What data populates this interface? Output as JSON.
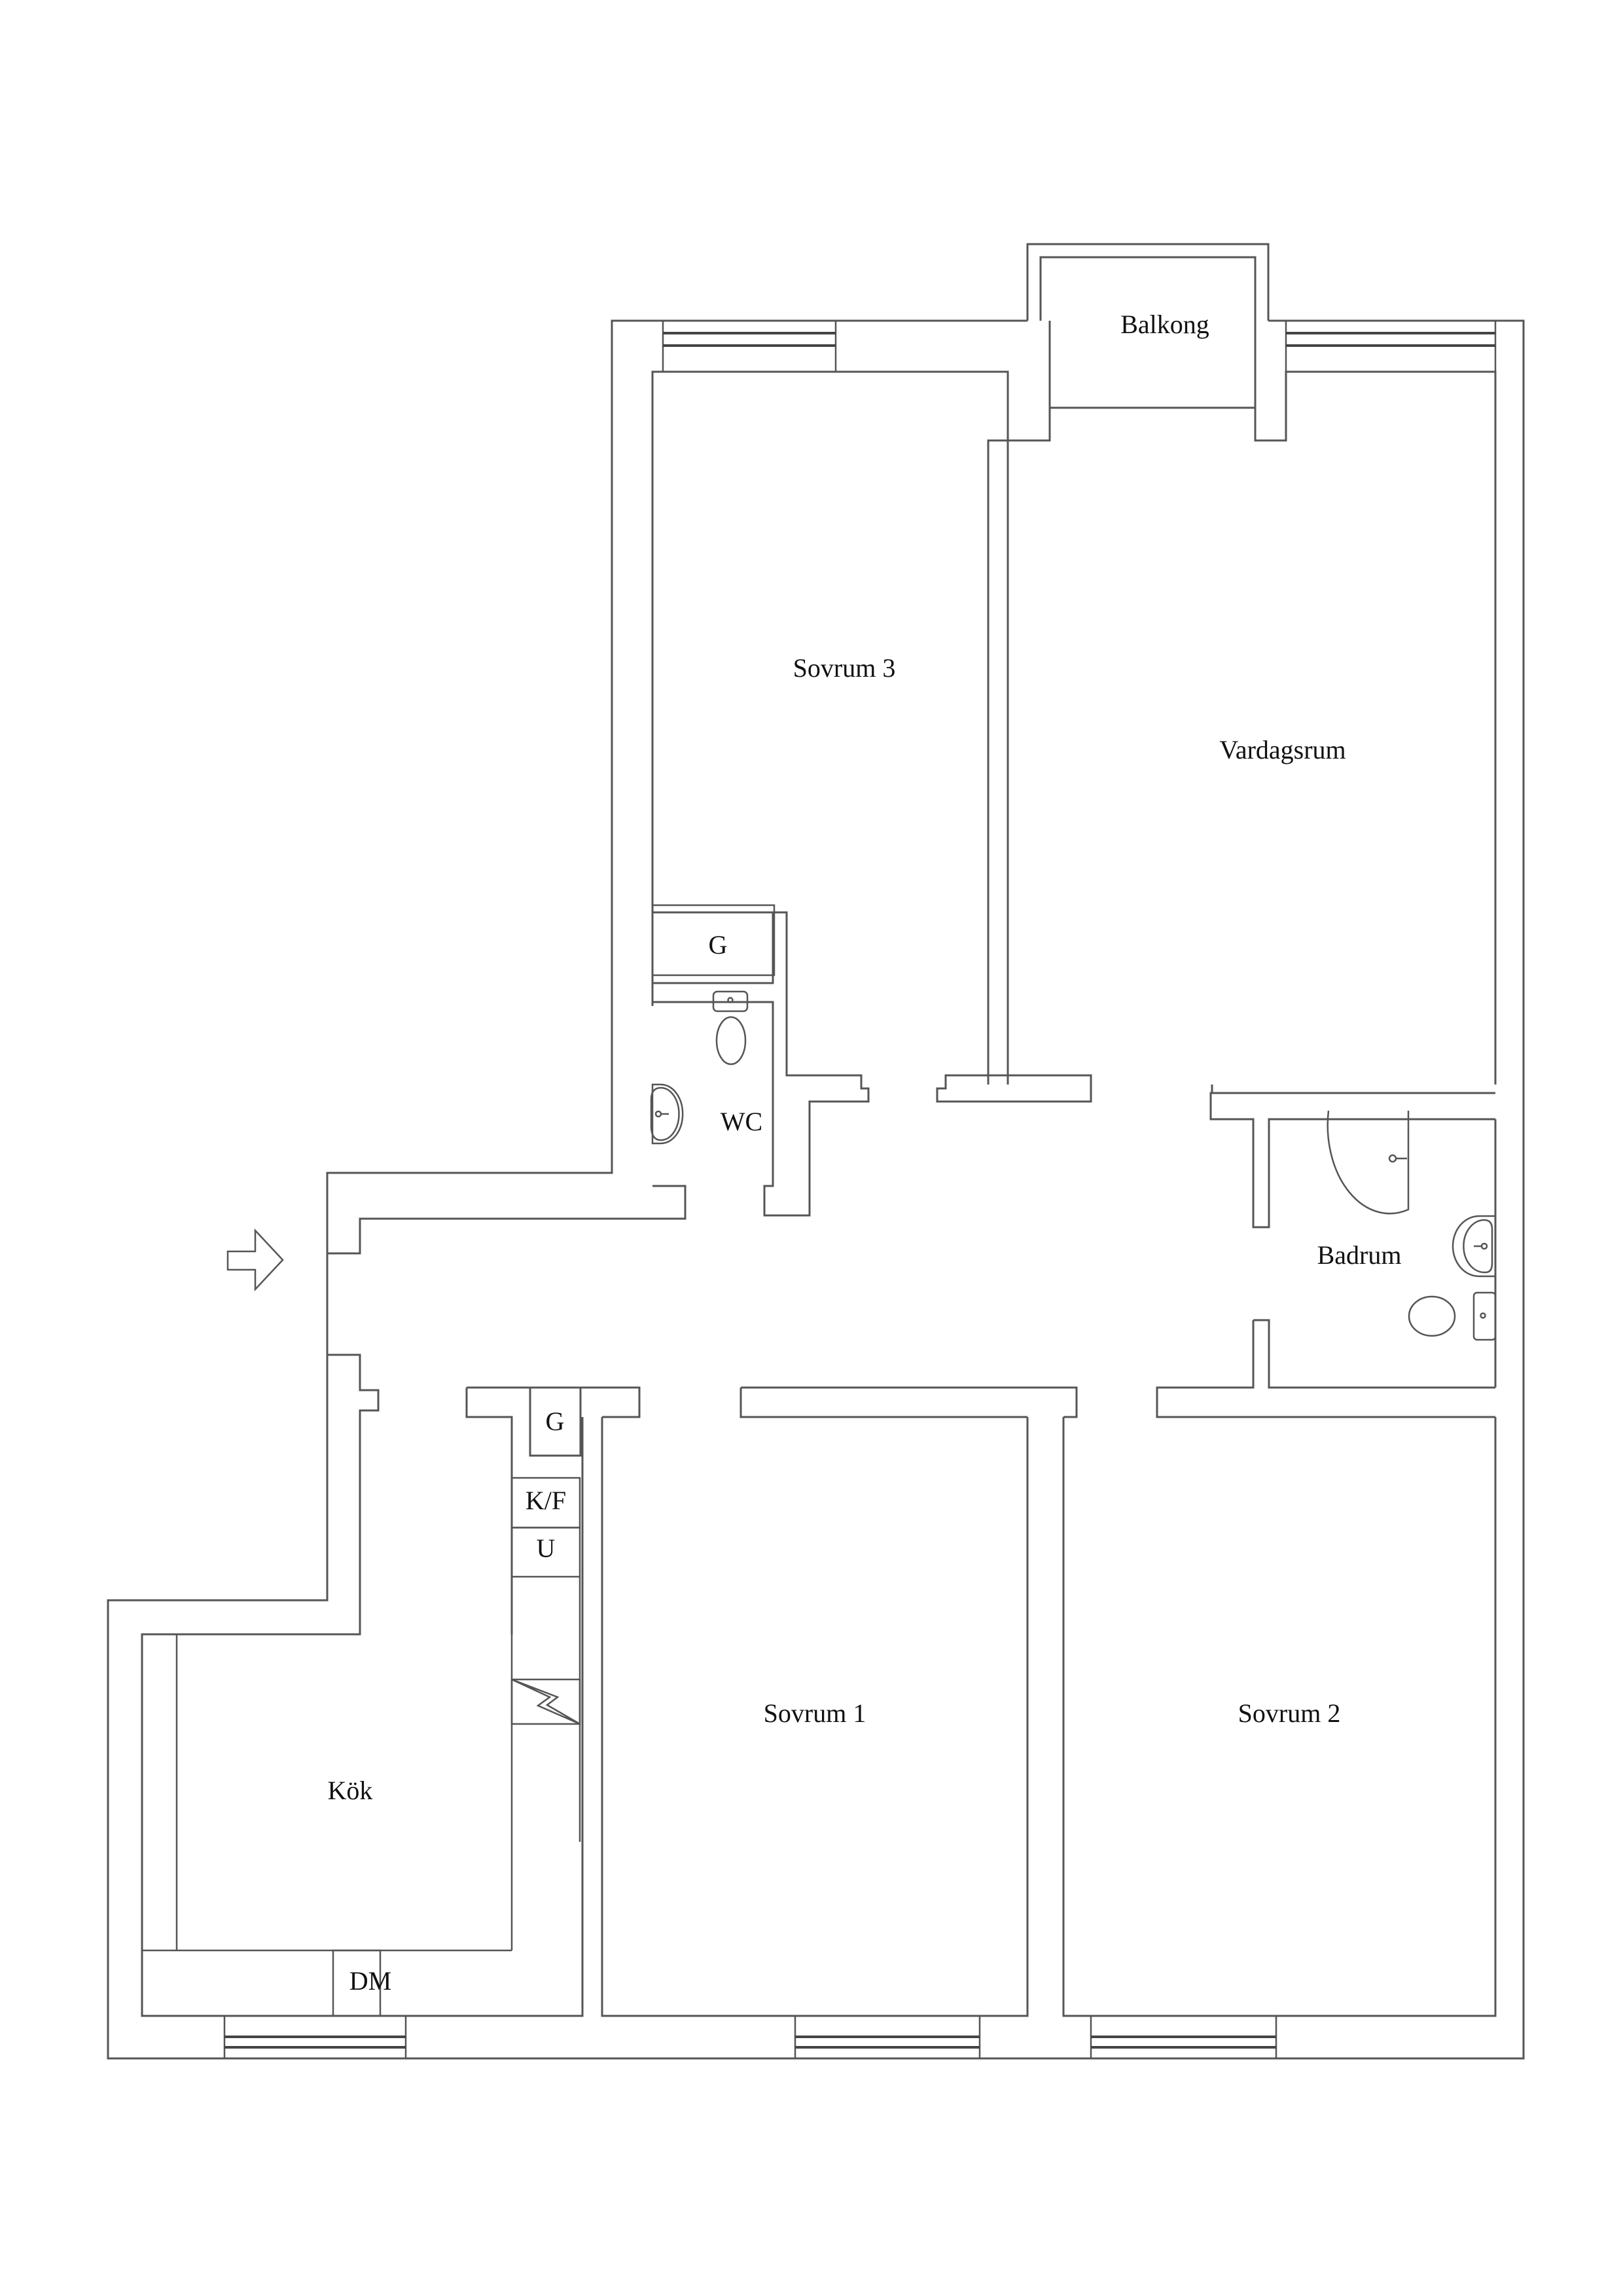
{
  "plan": {
    "rooms": [
      {
        "id": "balkong",
        "label": "Balkong"
      },
      {
        "id": "sovrum3",
        "label": "Sovrum 3"
      },
      {
        "id": "vardagsrum",
        "label": "Vardagsrum"
      },
      {
        "id": "wc",
        "label": "WC"
      },
      {
        "id": "badrum",
        "label": "Badrum"
      },
      {
        "id": "sovrum1",
        "label": "Sovrum 1"
      },
      {
        "id": "sovrum2",
        "label": "Sovrum 2"
      },
      {
        "id": "kok",
        "label": "Kök"
      }
    ],
    "fixtures": {
      "closet_top": "G",
      "closet_hall": "G",
      "fridge_freezer": "K/F",
      "oven": "U",
      "dishwasher": "DM"
    },
    "icons": {
      "entrance": "entrance-arrow-icon",
      "stove": "stove-icon",
      "toilet": "toilet-icon",
      "sink": "sink-icon",
      "shower": "shower-icon"
    },
    "colors": {
      "line": "#555555",
      "text": "#111111",
      "background": "#ffffff"
    }
  }
}
